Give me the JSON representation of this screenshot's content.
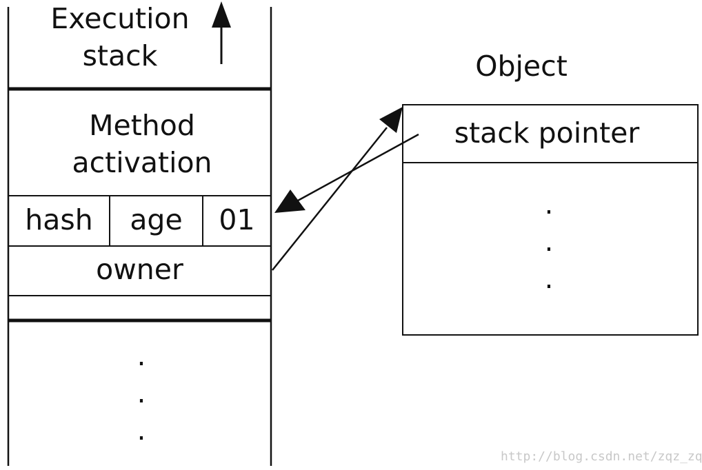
{
  "stack": {
    "execution_label": "Execution\nstack",
    "method_label": "Method\nactivation",
    "cells": {
      "hash": "hash",
      "age": "age",
      "lock_bits": "01"
    },
    "owner": "owner",
    "ellipsis": ".\n.\n."
  },
  "object": {
    "title": "Object",
    "stack_pointer": "stack pointer",
    "ellipsis": ".\n.\n."
  },
  "watermark": "http://blog.csdn.net/zqz_zqz",
  "colors": {
    "line": "#111111",
    "background": "#ffffff",
    "watermark": "#c8c8c8"
  }
}
